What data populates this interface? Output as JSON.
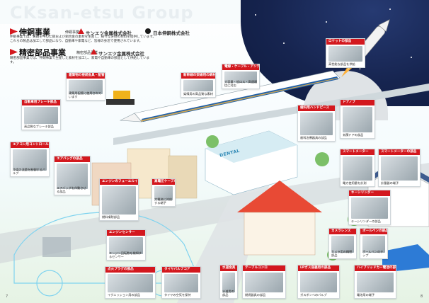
{
  "header": {
    "group_title": "CKsan-etsu Group"
  },
  "sections": {
    "copper": {
      "title": "伸銅事業",
      "company_a_label": "伸銅事業",
      "company_a": "サンエツ金属株式会社",
      "company_b": "日本伸銅株式会社",
      "desc_1": "伸銅事業では、黄銅を中心に銅および銅合金の素材を生産し、様々な分野の材料を提供しています。",
      "desc_2": "これらの製品は加工して部品になり、自動車や家電など、皆様の身近で使用されています。"
    },
    "precision": {
      "title": "精密部品事業",
      "company_label": "精密部品事業",
      "company": "サンエツ金属株式会社",
      "desc": "精密部品事業では、伸銅事業で生産した素材を加工し、家電や自動車の部品として供給しています。"
    }
  },
  "callouts": {
    "rocket_parts": {
      "title": "ロケットの部品",
      "text": "高性能な部品を供給"
    },
    "building_fittings": {
      "title": "建築物の接続金具・配管",
      "text": "建築用配管に使用されています"
    },
    "bullet_train": {
      "title": "新幹線の架線用の銅材",
      "text": "架線用の高品質な素材"
    },
    "cable": {
      "title": "電線・ケーブル・アンテナ用の材料",
      "text": "大容量・低ロス・高速通信に対応"
    },
    "brake": {
      "title": "自動車用ブレーキ部品",
      "text": "高品質なブレーキ部品"
    },
    "air_cond": {
      "title": "エアコン用コントロールバルブ",
      "text": "冷媒の流量を制御するバルブ"
    },
    "airbag": {
      "title": "エアバッグの部品",
      "text": "エアバッグを作動させる部品"
    },
    "fuel": {
      "title": "エンジンのフューエルインジェクター",
      "text": "燃料噴射部品"
    },
    "eng_sensor": {
      "title": "エンジンセンサー",
      "text": "エンジン回転数を検知するセンサー"
    },
    "high_voltage": {
      "title": "高電圧ケーブル用の端子",
      "text": "大電流に対応する端子"
    },
    "handpiece": {
      "title": "歯科用ハンドピース",
      "text": "歯科治療器具の部品"
    },
    "door_knob": {
      "title": "ドアノブ",
      "text": "玄関ドアの部品"
    },
    "smart_meter": {
      "title": "スマートメーター",
      "text": "電力使用量を計測"
    },
    "smart_meter_parts": {
      "title": "スマートメーターの部品",
      "text": "計量器の端子"
    },
    "key_cylinder": {
      "title": "キーシリンダー",
      "text": "キーシリンダーの部品"
    },
    "camera_lens": {
      "title": "カメラレンズ",
      "text": "カメラ用の精密部品"
    },
    "ballpen": {
      "title": "ボールペンの部品",
      "text": "ボールペンのチップ"
    },
    "tableware": {
      "title": "水道金具",
      "text": "水道用の部品"
    },
    "gas_cooker": {
      "title": "テーブルコンロ",
      "text": "燃焼器具の部品"
    },
    "lp_gas": {
      "title": "LPガス容器用の部品",
      "text": "ガスボンベのバルブ"
    },
    "hybrid": {
      "title": "ハイブリッドカー電池の部品",
      "text": "電池用の端子"
    },
    "ignition": {
      "title": "点火プラグの部品",
      "text": "イグニッション用の部品"
    },
    "diode": {
      "title": "タイヤバルブコア",
      "text": "タイヤの空気を保持"
    }
  },
  "labels": {
    "dental_sign": "DENTAL"
  },
  "page_numbers": {
    "left": "7",
    "right": "8"
  },
  "colors": {
    "accent_red": "#d3181e",
    "sky_navy": "#16244f"
  }
}
